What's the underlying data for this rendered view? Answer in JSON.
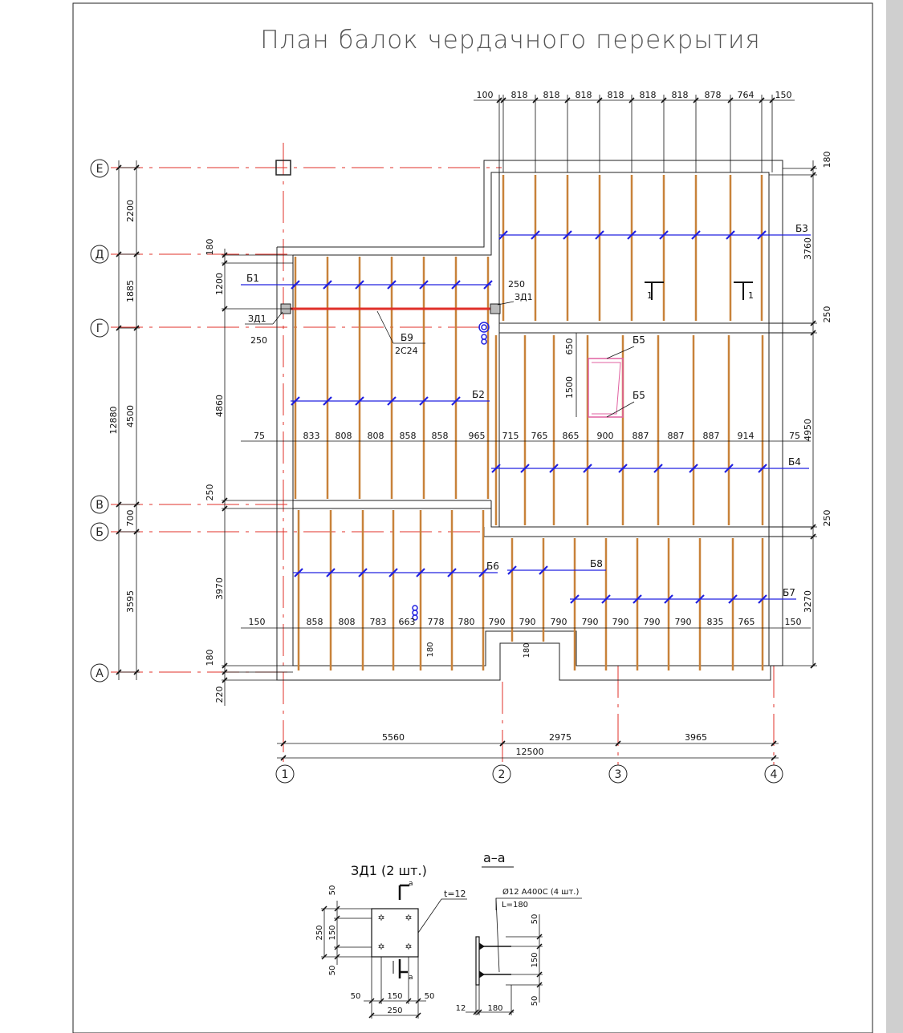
{
  "title": "План балок чердачного перекрытия",
  "colors": {
    "axis": "#e0302a",
    "wall": "#222222",
    "joist": "#c8823a",
    "bracing": "#2020e0",
    "beam": "#e0302a",
    "dim": "#111111",
    "opening": "#e060a0"
  },
  "row_axes": [
    "Е",
    "Д",
    "Г",
    "В",
    "Б",
    "А"
  ],
  "col_axes": [
    "1",
    "2",
    "3",
    "4"
  ],
  "top_dims": [
    "100",
    "818",
    "818",
    "818",
    "818",
    "818",
    "818",
    "878",
    "764",
    "150"
  ],
  "left_dims_outer": {
    "total": "12880",
    "seg1": "2200",
    "seg2": "1885",
    "seg3": "4500",
    "seg4": "700",
    "seg5": "3595"
  },
  "left_dims_inner": [
    "180",
    "1200",
    "4860",
    "250",
    "3970",
    "180",
    "220"
  ],
  "right_dims": [
    "180",
    "3760",
    "250",
    "4950",
    "250",
    "3270"
  ],
  "row1_dims": [
    "75",
    "833",
    "808",
    "808",
    "858",
    "858",
    "965",
    "715",
    "765",
    "865",
    "900",
    "887",
    "887",
    "887",
    "914",
    "75"
  ],
  "row2_dims": [
    "150",
    "858",
    "808",
    "783",
    "663",
    "778",
    "780",
    "790",
    "790",
    "790",
    "790",
    "790",
    "790",
    "790",
    "835",
    "765",
    "150"
  ],
  "bottom_dims": {
    "s1": "5560",
    "s2": "2975",
    "s3": "3965",
    "total": "12500"
  },
  "labels": {
    "b1": "Б1",
    "b2": "Б2",
    "b3": "Б3",
    "b4": "Б4",
    "b5a": "Б5",
    "b5b": "Б5",
    "b6": "Б6",
    "b7": "Б7",
    "b8": "Б8",
    "b9": "Б9",
    "b9_profile": "2С24",
    "zd1_left": "ЗД1",
    "zd1_right": "ЗД1",
    "dim250_left": "250",
    "dim250_right": "250",
    "dim650": "650",
    "dim1500": "1500",
    "dim180_bottom1": "180",
    "dim180_bottom2": "180",
    "section_mark": "1"
  },
  "detail": {
    "title": "ЗД1 (2 шт.)",
    "section_title": "а–а",
    "thickness": "t=12",
    "rebar": "Ø12 А400С (4 шт.)",
    "rebar_len": "L=180",
    "section_letter": "а",
    "d50a": "50",
    "d150a": "150",
    "d50b": "50",
    "d250v": "250",
    "d50c": "50",
    "d150h": "150",
    "d50d": "50",
    "d250h": "250",
    "s50a": "50",
    "s150": "150",
    "s50b": "50",
    "s12": "12",
    "s180": "180"
  }
}
